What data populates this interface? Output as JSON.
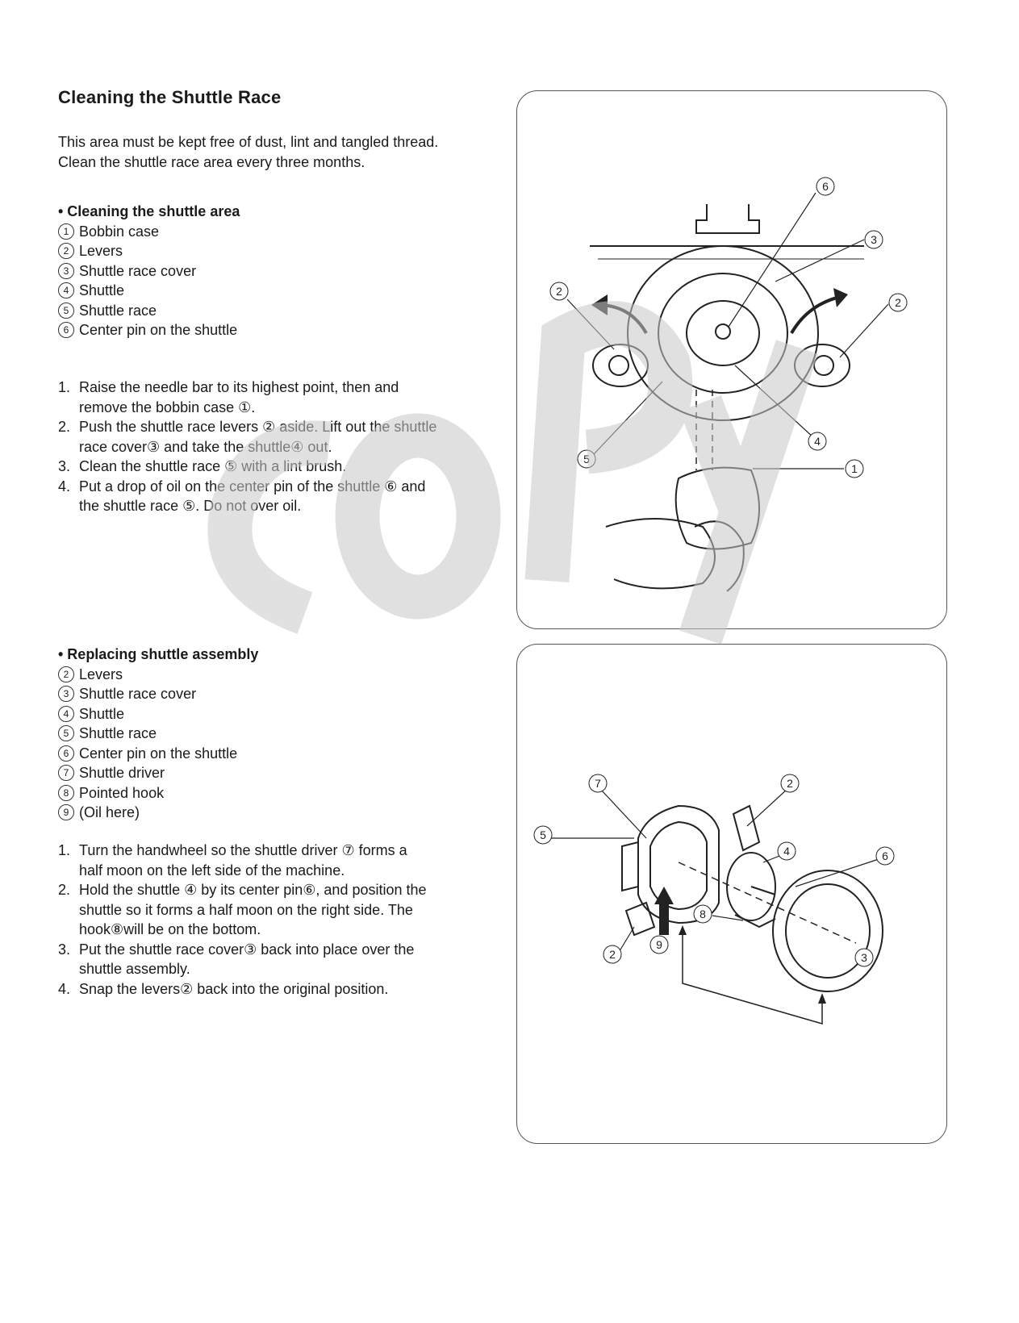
{
  "title": "Cleaning the Shuttle Race",
  "intro": [
    "This area must be kept free of dust, lint and tangled thread.",
    "Clean the shuttle race area every three months."
  ],
  "cleaning": {
    "heading": "• Cleaning the shuttle area",
    "parts": [
      {
        "num": "1",
        "label": "Bobbin case"
      },
      {
        "num": "2",
        "label": "Levers"
      },
      {
        "num": "3",
        "label": "Shuttle race cover"
      },
      {
        "num": "4",
        "label": "Shuttle"
      },
      {
        "num": "5",
        "label": "Shuttle race"
      },
      {
        "num": "6",
        "label": "Center pin on the shuttle"
      }
    ],
    "steps": [
      {
        "idx": "1.",
        "lines": [
          "Raise the needle bar to its highest point, then and",
          "remove the bobbin case ①."
        ]
      },
      {
        "idx": "2.",
        "lines": [
          "Push the shuttle race levers ② aside. Lift out the shuttle",
          "race cover③ and take the shuttle④ out."
        ]
      },
      {
        "idx": "3.",
        "lines": [
          "Clean the shuttle race ⑤ with a lint brush."
        ]
      },
      {
        "idx": "4.",
        "lines": [
          "Put a drop of oil on the center pin of the shuttle ⑥ and",
          "the shuttle race ⑤. Do not over oil."
        ]
      }
    ]
  },
  "replacing": {
    "heading": "• Replacing shuttle assembly",
    "parts": [
      {
        "num": "2",
        "label": "Levers"
      },
      {
        "num": "3",
        "label": "Shuttle race cover"
      },
      {
        "num": "4",
        "label": "Shuttle"
      },
      {
        "num": "5",
        "label": "Shuttle race"
      },
      {
        "num": "6",
        "label": "Center pin on the shuttle"
      },
      {
        "num": "7",
        "label": "Shuttle driver"
      },
      {
        "num": "8",
        "label": "Pointed hook"
      },
      {
        "num": "9",
        "label": "(Oil here)"
      }
    ],
    "steps": [
      {
        "idx": "1.",
        "lines": [
          "Turn the handwheel so the shuttle driver ⑦ forms a",
          "half moon on the left side of the machine."
        ]
      },
      {
        "idx": "2.",
        "lines": [
          "Hold the shuttle ④ by its center pin⑥, and position the",
          "shuttle so it forms a half moon on the right side. The",
          "hook⑧will be on the bottom."
        ]
      },
      {
        "idx": "3.",
        "lines": [
          "Put the shuttle race cover③ back into place over the",
          "shuttle assembly."
        ]
      },
      {
        "idx": "4.",
        "lines": [
          "Snap the levers② back into the original position."
        ]
      }
    ]
  },
  "figure1": {
    "callouts": [
      "6",
      "3",
      "2",
      "2",
      "5",
      "4",
      "1"
    ]
  },
  "figure2": {
    "callouts": [
      "7",
      "2",
      "5",
      "4",
      "6",
      "8",
      "9",
      "2",
      "3"
    ]
  }
}
